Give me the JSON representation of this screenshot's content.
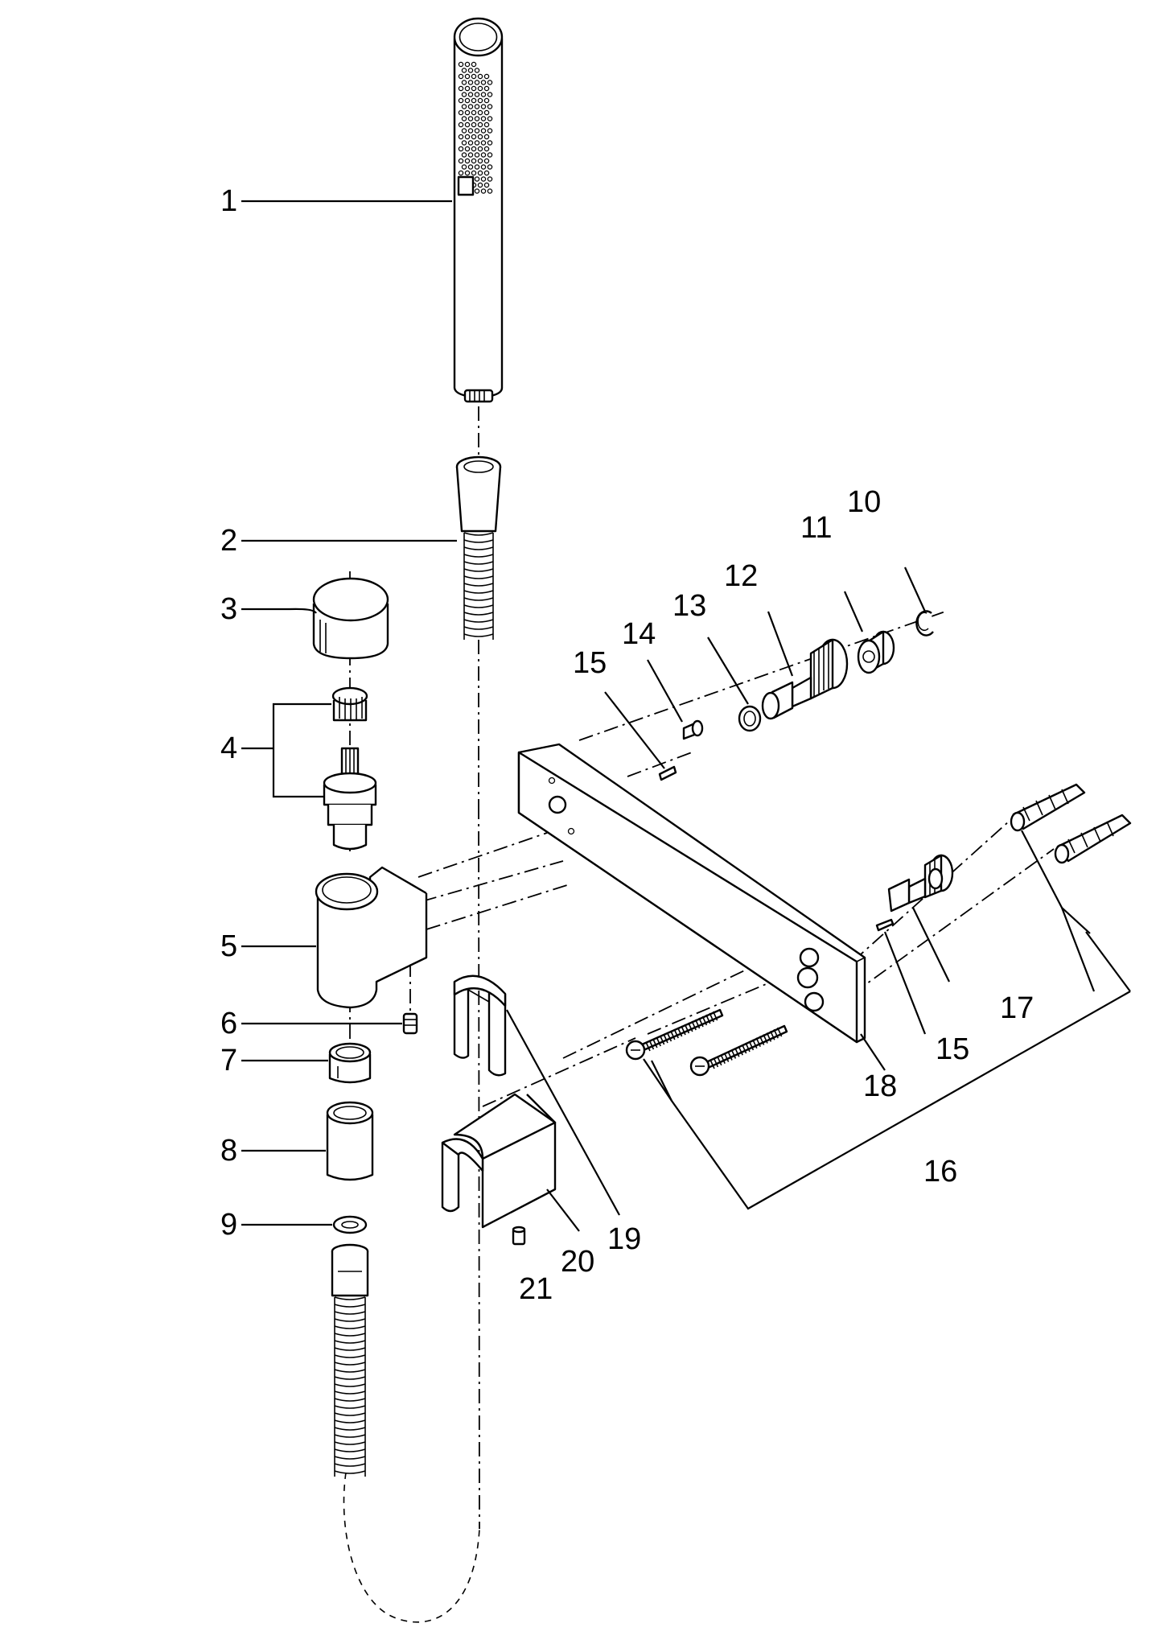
{
  "labels": {
    "p1": "1",
    "p2": "2",
    "p3": "3",
    "p4": "4",
    "p5": "5",
    "p6": "6",
    "p7": "7",
    "p8": "8",
    "p9": "9",
    "p10": "10",
    "p11": "11",
    "p12": "12",
    "p13": "13",
    "p14": "14",
    "p15a": "15",
    "p15b": "15",
    "p16": "16",
    "p17": "17",
    "p18": "18",
    "p19": "19",
    "p20": "20",
    "p21": "21"
  }
}
